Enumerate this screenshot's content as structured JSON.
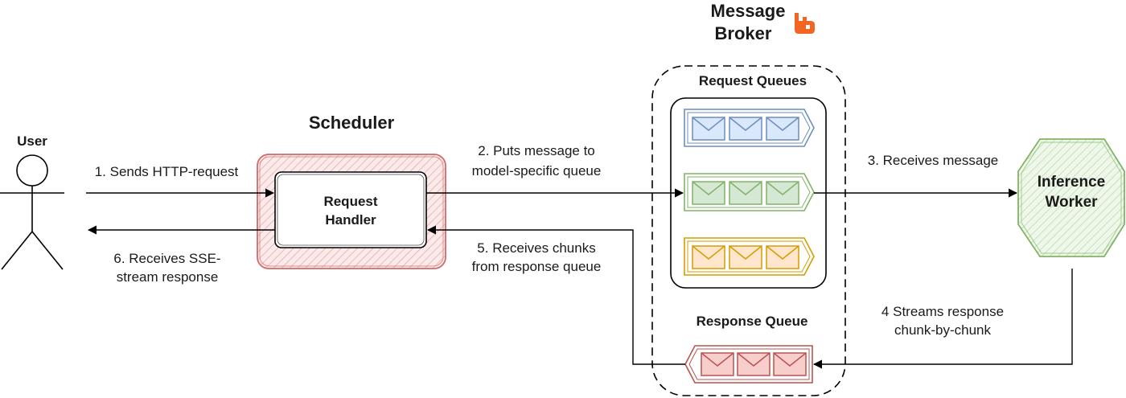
{
  "user": {
    "label": "User"
  },
  "scheduler": {
    "title": "Scheduler",
    "handler_line1": "Request",
    "handler_line2": "Handler"
  },
  "broker": {
    "title_line1": "Message",
    "title_line2": "Broker",
    "logo_icon": "rabbitmq-icon",
    "request_queues_label": "Request Queues",
    "response_queue_label": "Response Queue"
  },
  "worker": {
    "line1": "Inference",
    "line2": "Worker"
  },
  "steps": {
    "s1": "1. Sends HTTP-request",
    "s2_line1": "2. Puts message to",
    "s2_line2": "model-specific queue",
    "s3": "3. Receives message",
    "s4_line1": "4 Streams response",
    "s4_line2": "chunk-by-chunk",
    "s5_line1": "5. Receives chunks",
    "s5_line2": "from response queue",
    "s6_line1": "6. Receives SSE-",
    "s6_line2": "stream response"
  },
  "colors": {
    "blue_queue": "#6c8ebf",
    "blue_fill": "#dae8fc",
    "green_queue": "#82b366",
    "green_fill": "#d5e8d4",
    "yellow_queue": "#d79b00",
    "yellow_fill": "#ffe6cc",
    "red_queue": "#b85450",
    "red_fill": "#f8cecc",
    "logo": "#f26522"
  }
}
